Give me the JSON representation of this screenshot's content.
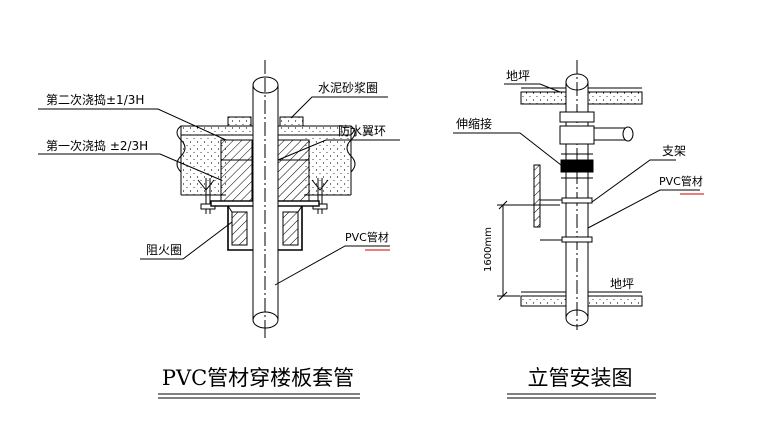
{
  "left": {
    "title": "PVC管材穿楼板套管",
    "labels": {
      "second_pour": "第二次浇捣±1/3H",
      "first_pour": "第一次浇捣 ±2/3H",
      "cement_ring": "水泥砂浆圈",
      "waterproof_ring": "防水翼环",
      "fire_ring": "阻火圈",
      "pvc_pipe": "PVC管材"
    }
  },
  "right": {
    "title": "立管安装图",
    "labels": {
      "floor_top": "地坪",
      "expansion_joint": "伸缩接",
      "bracket": "支架",
      "pvc_pipe": "PVC管材",
      "dimension": "1600mm",
      "floor_bottom": "地坪"
    }
  },
  "colors": {
    "line": "#000000",
    "accent_underline": "#e0302a"
  }
}
